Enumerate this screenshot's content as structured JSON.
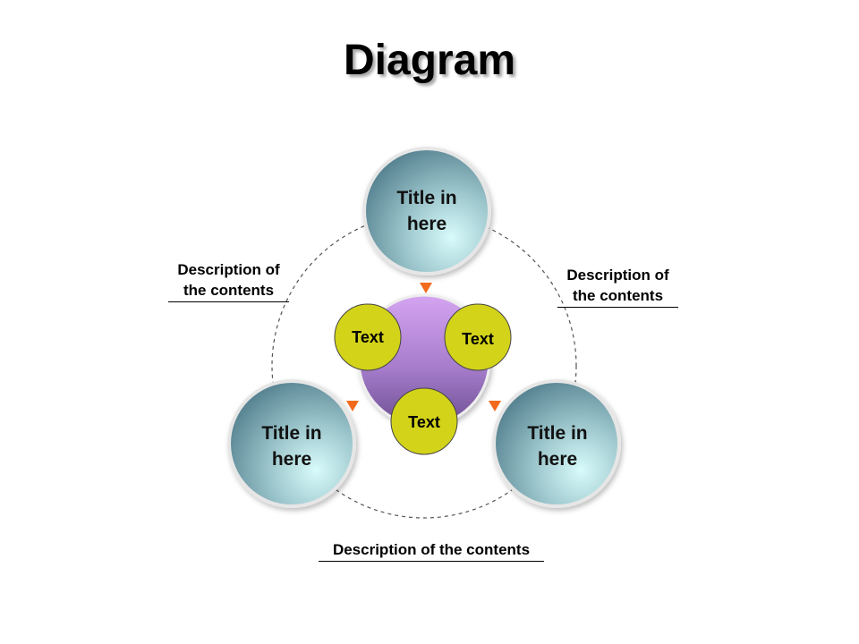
{
  "title": "Diagram",
  "outer_circles": [
    {
      "line1": "Title in",
      "line2": "here"
    },
    {
      "line1": "Title in",
      "line2": "here"
    },
    {
      "line1": "Title in",
      "line2": "here"
    }
  ],
  "inner_circles": [
    {
      "label": "Text"
    },
    {
      "label": "Text"
    },
    {
      "label": "Text"
    }
  ],
  "descriptions": {
    "left": {
      "line1": "Description of",
      "line2": "the contents"
    },
    "right": {
      "line1": "Description of",
      "line2": "the contents"
    },
    "bottom": {
      "line1": "Description of the contents"
    }
  },
  "colors": {
    "outer_circle_dark": "#5f8a98",
    "outer_circle_light": "#d8fbfb",
    "center_circle_top": "#d4a4f0",
    "center_circle_bottom": "#7b5a9e",
    "inner_circle_fill": "#d3d31a",
    "arrow": "#f26a1b"
  }
}
